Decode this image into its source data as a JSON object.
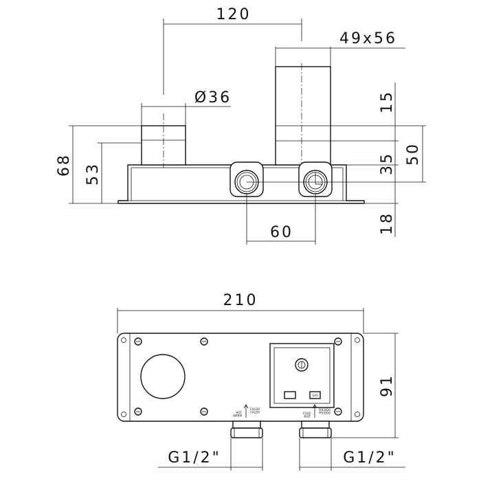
{
  "top_view": {
    "dim_120": "120",
    "dim_49x56": "49x56",
    "dim_d36": "Ø36",
    "dim_68": "68",
    "dim_53": "53",
    "dim_15": "15",
    "dim_35": "35",
    "dim_50": "50",
    "dim_60": "60",
    "dim_18": "18"
  },
  "front_view": {
    "dim_210": "210",
    "dim_91": "91",
    "thread_left": "G1/2\"",
    "thread_right": "G1/2\"",
    "label_hot": "HOT\nWARM",
    "label_caldo": "CALDO\nCALDO",
    "label_cold": "COLD\nKALT",
    "label_freddo": "FREDDO\nFREDDO",
    "label_gas": "GAS"
  }
}
